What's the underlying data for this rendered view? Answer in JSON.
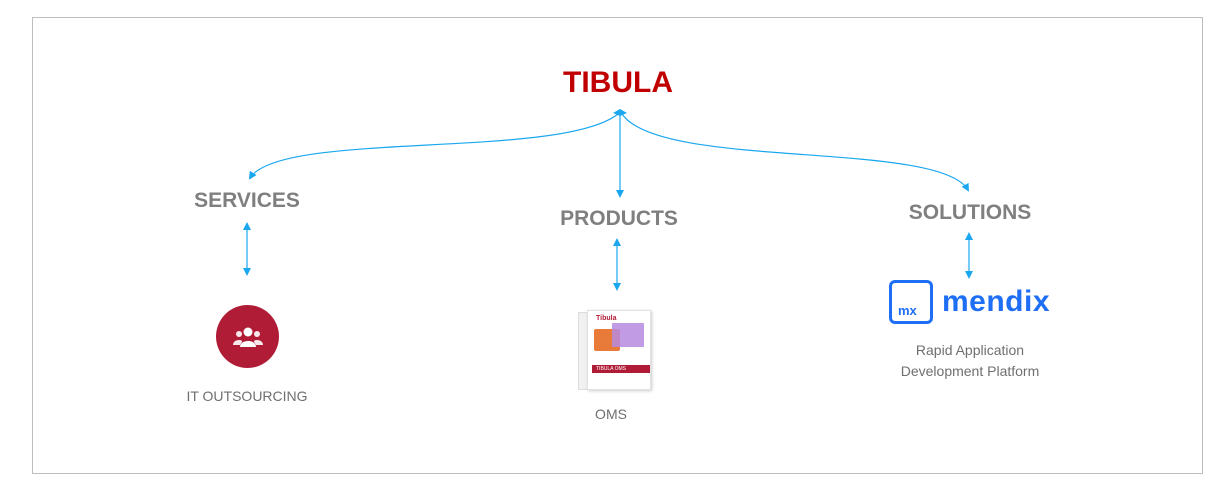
{
  "root": {
    "label": "TIBULA",
    "color": "#c00000"
  },
  "connector_color": "#1aa7f0",
  "categories": [
    {
      "label": "SERVICES",
      "item": {
        "caption": "IT OUTSOURCING",
        "icon": "people-group-icon"
      }
    },
    {
      "label": "PRODUCTS",
      "item": {
        "caption": "OMS",
        "icon": "product-box-icon",
        "box_brand": "Tibula",
        "box_title": "TIBULA OMS"
      }
    },
    {
      "label": "SOLUTIONS",
      "item": {
        "logo_mark": "mx",
        "logo_word": "mendix",
        "caption_line1": "Rapid Application",
        "caption_line2": "Development Platform"
      }
    }
  ]
}
